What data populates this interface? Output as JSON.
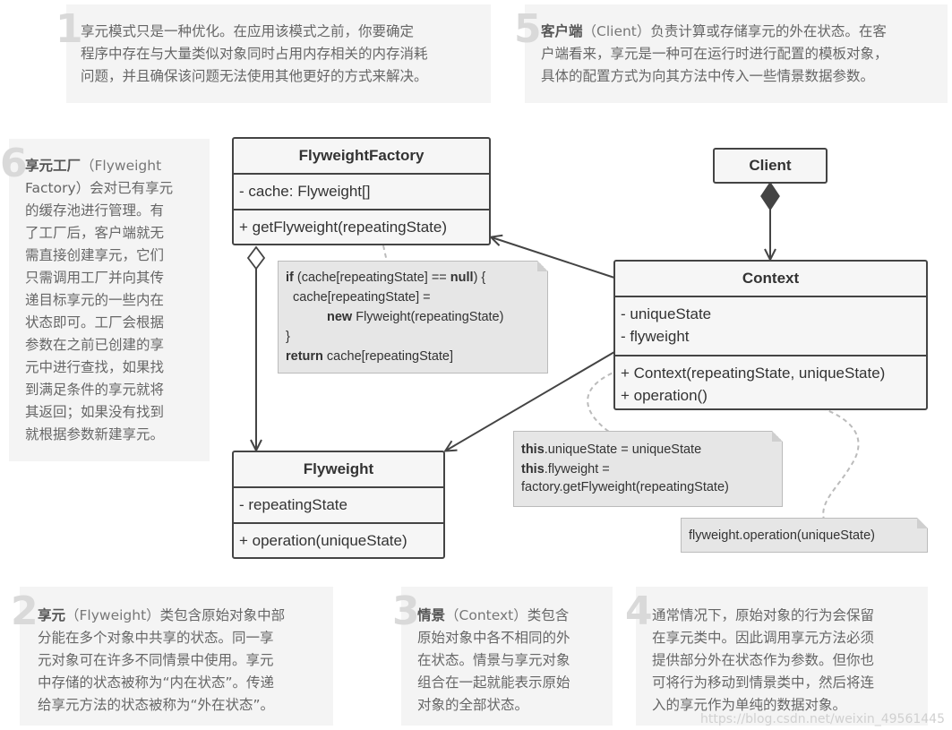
{
  "notes": {
    "n1": {
      "num": "1",
      "lines": [
        "享元模式只是一种优化。在应用该模式之前，你要确定",
        "程序中存在与大量类似对象同时占用内存相关的内存消耗",
        "问题，并且确保该问题无法使用其他更好的方式来解决。"
      ]
    },
    "n5": {
      "num": "5",
      "title": "客户端",
      "paren": "（Client）",
      "first": "负责计算或存储享元的外在状态。在客",
      "lines": [
        "户端看来，享元是一种可在运行时进行配置的模板对象，",
        "具体的配置方式为向其方法中传入一些情景数据参数。"
      ]
    },
    "n6": {
      "num": "6",
      "title": "享元工厂",
      "paren": "（Flyweight",
      "lines": [
        "Factory）会对已有享元",
        "的缓存池进行管理。有",
        "了工厂后，客户端就无",
        "需直接创建享元，它们",
        "只需调用工厂并向其传",
        "递目标享元的一些内在",
        "状态即可。工厂会根据",
        "参数在之前已创建的享",
        "元中进行查找，如果找",
        "到满足条件的享元就将",
        "其返回；如果没有找到",
        "就根据参数新建享元。"
      ]
    },
    "n2": {
      "num": "2",
      "title": "享元",
      "paren": "（Flyweight）",
      "first": "类包含原始对象中部",
      "lines": [
        "分能在多个对象中共享的状态。同一享",
        "元对象可在许多不同情景中使用。享元",
        "中存储的状态被称为“内在状态”。传递",
        "给享元方法的状态被称为“外在状态”。"
      ]
    },
    "n3": {
      "num": "3",
      "title": "情景",
      "paren": "（Context）",
      "first": "类包含",
      "lines": [
        "原始对象中各不相同的外",
        "在状态。情景与享元对象",
        "组合在一起就能表示原始",
        "对象的全部状态。"
      ]
    },
    "n4": {
      "num": "4",
      "lines": [
        "通常情况下，原始对象的行为会保留",
        "在享元类中。因此调用享元方法必须",
        "提供部分外在状态作为参数。但你也",
        "可将行为移动到情景类中，然后将连",
        "入的享元作为单纯的数据对象。"
      ]
    }
  },
  "classes": {
    "factory": {
      "name": "FlyweightFactory",
      "fields": [
        "- cache: Flyweight[]"
      ],
      "methods": [
        "+ getFlyweight(repeatingState)"
      ]
    },
    "client": {
      "name": "Client"
    },
    "context": {
      "name": "Context",
      "fields": [
        "- uniqueState",
        "- flyweight"
      ],
      "methods": [
        "+ Context(repeatingState, uniqueState)",
        "+ operation()"
      ]
    },
    "flyweight": {
      "name": "Flyweight",
      "fields": [
        "- repeatingState"
      ],
      "methods": [
        "+ operation(uniqueState)"
      ]
    }
  },
  "code": {
    "factory_note": {
      "l1_kw": "if",
      "l1_a": " (cache[repeatingState] == ",
      "l1_kw2": "null",
      "l1_b": ") {",
      "l2": "  cache[repeatingState] =",
      "l3_kw": "new",
      "l3_b": " Flyweight(repeatingState)",
      "l4": "}",
      "l5_kw": "return",
      "l5_b": " cache[repeatingState]"
    },
    "context_note": {
      "l1_kw": "this",
      "l1_b": ".uniqueState = uniqueState",
      "l2_kw": "this",
      "l2_b": ".flyweight =",
      "l3": "factory.getFlyweight(repeatingState)"
    },
    "operation_note": "flyweight.operation(uniqueState)"
  },
  "watermark": "https://blog.csdn.net/weixin_49561445"
}
